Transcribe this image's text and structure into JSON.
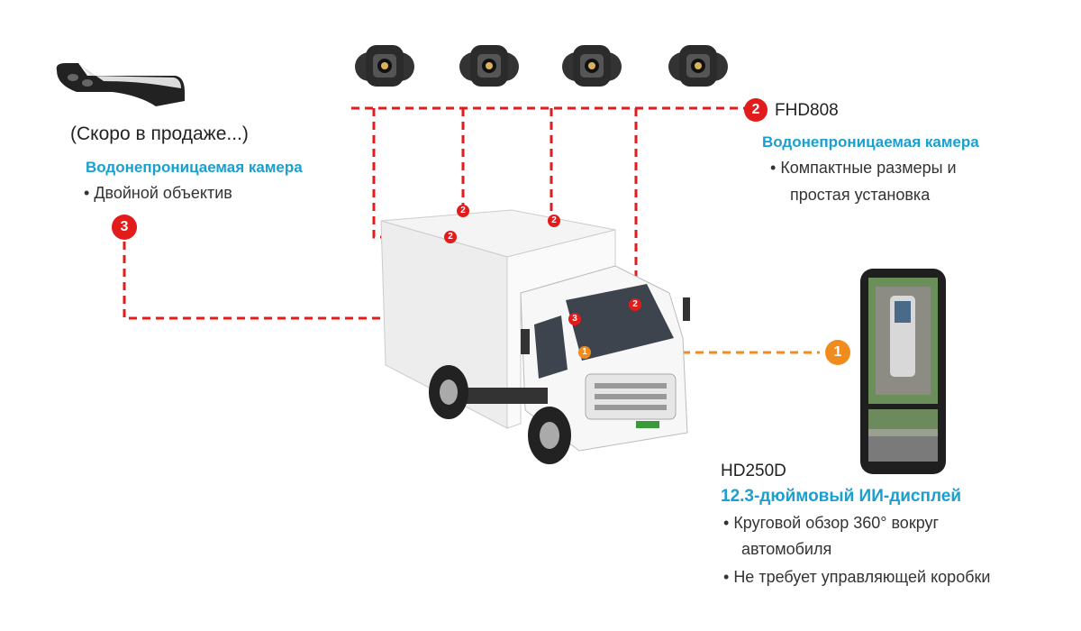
{
  "left_product": {
    "status": "(Скоро в продаже...)",
    "title": "Водонепроницаемая камера",
    "bullets": [
      "Двойной объектив"
    ],
    "badge": "3"
  },
  "right_top_product": {
    "badge": "2",
    "model": "FHD808",
    "title": "Водонепроницаемая камера",
    "bullets": [
      "Компактные размеры и",
      "простая установка"
    ]
  },
  "display_product": {
    "badge": "1",
    "model": "HD250D",
    "title": "12.3-дюймовый ИИ-дисплей",
    "bullets": [
      "Круговой обзор 360° вокруг",
      "автомобиля",
      "Не требует управляющей коробки"
    ]
  },
  "truck_markers": [
    "2",
    "2",
    "2",
    "2",
    "3",
    "1"
  ],
  "colors": {
    "accent": "#1a9fcf",
    "red": "#e21b1b",
    "orange": "#f08c1e"
  }
}
